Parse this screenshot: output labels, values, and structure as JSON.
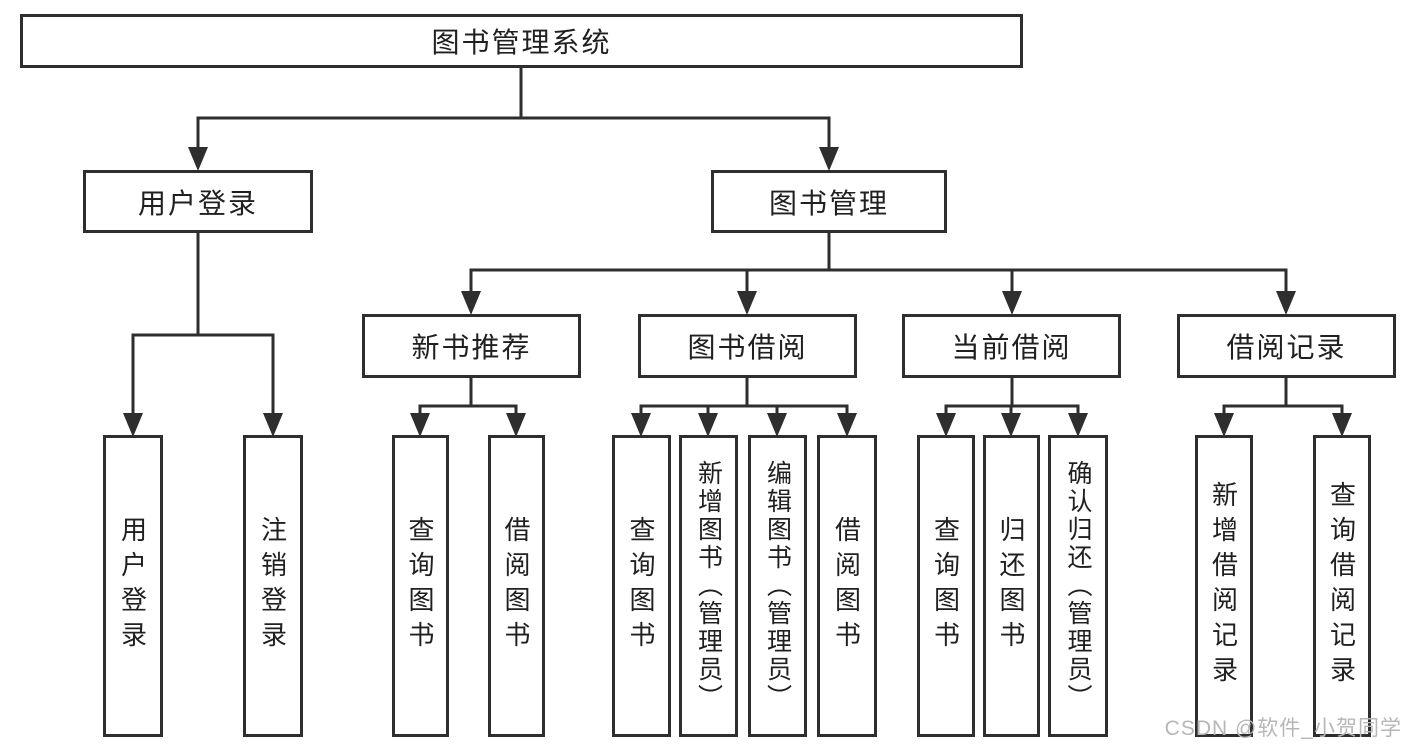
{
  "diagram": {
    "type": "hierarchy-chart",
    "colors": {
      "background": "#ffffff",
      "line": "#2e2e2e",
      "box_border": "#2e2e2e",
      "text": "#202020",
      "watermark": "#b7b7b7"
    }
  },
  "tree": {
    "label": "图书管理系统",
    "children": [
      {
        "label": "用户登录",
        "children": [
          {
            "label": "用户登录"
          },
          {
            "label": "注销登录"
          }
        ]
      },
      {
        "label": "图书管理",
        "children": [
          {
            "label": "新书推荐",
            "children": [
              {
                "label": "查询图书"
              },
              {
                "label": "借阅图书"
              }
            ]
          },
          {
            "label": "图书借阅",
            "children": [
              {
                "label": "查询图书"
              },
              {
                "label": "新增图书（管理员）"
              },
              {
                "label": "编辑图书（管理员）"
              },
              {
                "label": "借阅图书"
              }
            ]
          },
          {
            "label": "当前借阅",
            "children": [
              {
                "label": "查询图书"
              },
              {
                "label": "归还图书"
              },
              {
                "label": "确认归还（管理员）"
              }
            ]
          },
          {
            "label": "借阅记录",
            "children": [
              {
                "label": "新增借阅记录"
              },
              {
                "label": "查询借阅记录"
              }
            ]
          }
        ]
      }
    ]
  },
  "watermark": {
    "text": "CSDN @软件_小贺同学"
  }
}
